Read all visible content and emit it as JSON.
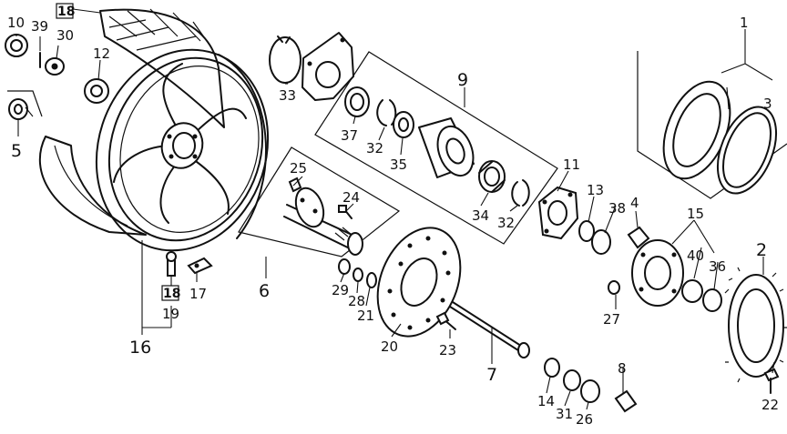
{
  "callouts": [
    {
      "id": "c1",
      "text": "1"
    },
    {
      "id": "c2",
      "text": "2"
    },
    {
      "id": "c3",
      "text": "3"
    },
    {
      "id": "c4",
      "text": "4"
    },
    {
      "id": "c5",
      "text": "5"
    },
    {
      "id": "c6",
      "text": "6"
    },
    {
      "id": "c7",
      "text": "7"
    },
    {
      "id": "c8",
      "text": "8"
    },
    {
      "id": "c9",
      "text": "9"
    },
    {
      "id": "c10",
      "text": "10"
    },
    {
      "id": "c11",
      "text": "11"
    },
    {
      "id": "c12",
      "text": "12"
    },
    {
      "id": "c13",
      "text": "13"
    },
    {
      "id": "c14",
      "text": "14"
    },
    {
      "id": "c15",
      "text": "15"
    },
    {
      "id": "c16",
      "text": "16"
    },
    {
      "id": "c17",
      "text": "17"
    },
    {
      "id": "c18a",
      "text": "18"
    },
    {
      "id": "c18b",
      "text": "18"
    },
    {
      "id": "c19",
      "text": "19"
    },
    {
      "id": "c20",
      "text": "20"
    },
    {
      "id": "c21",
      "text": "21"
    },
    {
      "id": "c22",
      "text": "22"
    },
    {
      "id": "c23",
      "text": "23"
    },
    {
      "id": "c24",
      "text": "24"
    },
    {
      "id": "c25",
      "text": "25"
    },
    {
      "id": "c26",
      "text": "26"
    },
    {
      "id": "c27",
      "text": "27"
    },
    {
      "id": "c28",
      "text": "28"
    },
    {
      "id": "c29",
      "text": "29"
    },
    {
      "id": "c30",
      "text": "30"
    },
    {
      "id": "c31",
      "text": "31"
    },
    {
      "id": "c32a",
      "text": "32"
    },
    {
      "id": "c32b",
      "text": "32"
    },
    {
      "id": "c33",
      "text": "33"
    },
    {
      "id": "c34",
      "text": "34"
    },
    {
      "id": "c35",
      "text": "35"
    },
    {
      "id": "c36",
      "text": "36"
    },
    {
      "id": "c37",
      "text": "37"
    },
    {
      "id": "c38",
      "text": "38"
    },
    {
      "id": "c39",
      "text": "39"
    },
    {
      "id": "c40",
      "text": "40"
    }
  ],
  "colors": {
    "ink": "#111111",
    "paper": "#ffffff"
  }
}
